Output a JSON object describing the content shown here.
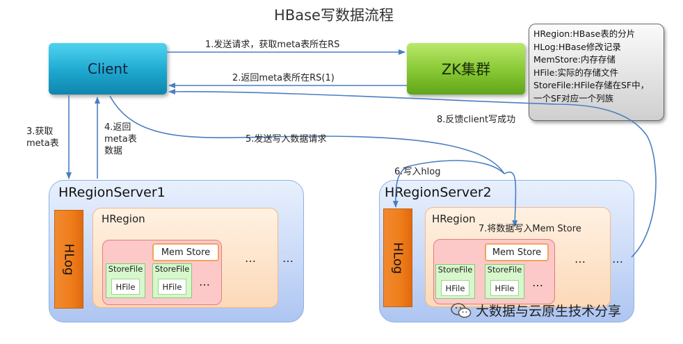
{
  "title": "HBase写数据流程",
  "client": {
    "label": "Client"
  },
  "zk": {
    "label": "ZK集群"
  },
  "legend": [
    "HRegion:HBase表的分片",
    "HLog:HBase修改记录",
    "MemStore:内存存储",
    "HFile:实际的存储文件",
    "StoreFile:HFile存储在SF中，",
    "一个SF对应一个列族"
  ],
  "steps": {
    "s1": "1.发送请求，获取meta表所在RS",
    "s2": "2.返回meta表所在RS(1)",
    "s3a": "3.获取",
    "s3b": "meta表",
    "s4a": "4.返回",
    "s4b": "meta表",
    "s4c": "数据",
    "s5": "5.发送写入数据请求",
    "s6": "6.写入hlog",
    "s7": "7.将数据写入Mem Store",
    "s8": "8.反馈client写成功"
  },
  "server1": {
    "title": "HRegionServer1",
    "hlog": "HLog",
    "region": "HRegion",
    "memstore": "Mem Store",
    "storefile": "StoreFile",
    "hfile": "HFile",
    "dots": "…"
  },
  "server2": {
    "title": "HRegionServer2",
    "hlog": "HLog",
    "region": "HRegion",
    "memstore": "Mem Store",
    "storefile": "StoreFile",
    "hfile": "HFile",
    "dots": "…"
  },
  "watermark": "大数据与云原生技术分享",
  "colors": {
    "arrow": "#4a7fc1",
    "client": "#1ea7cf",
    "zk": "#86c733",
    "hlog": "#ef7d1a"
  }
}
